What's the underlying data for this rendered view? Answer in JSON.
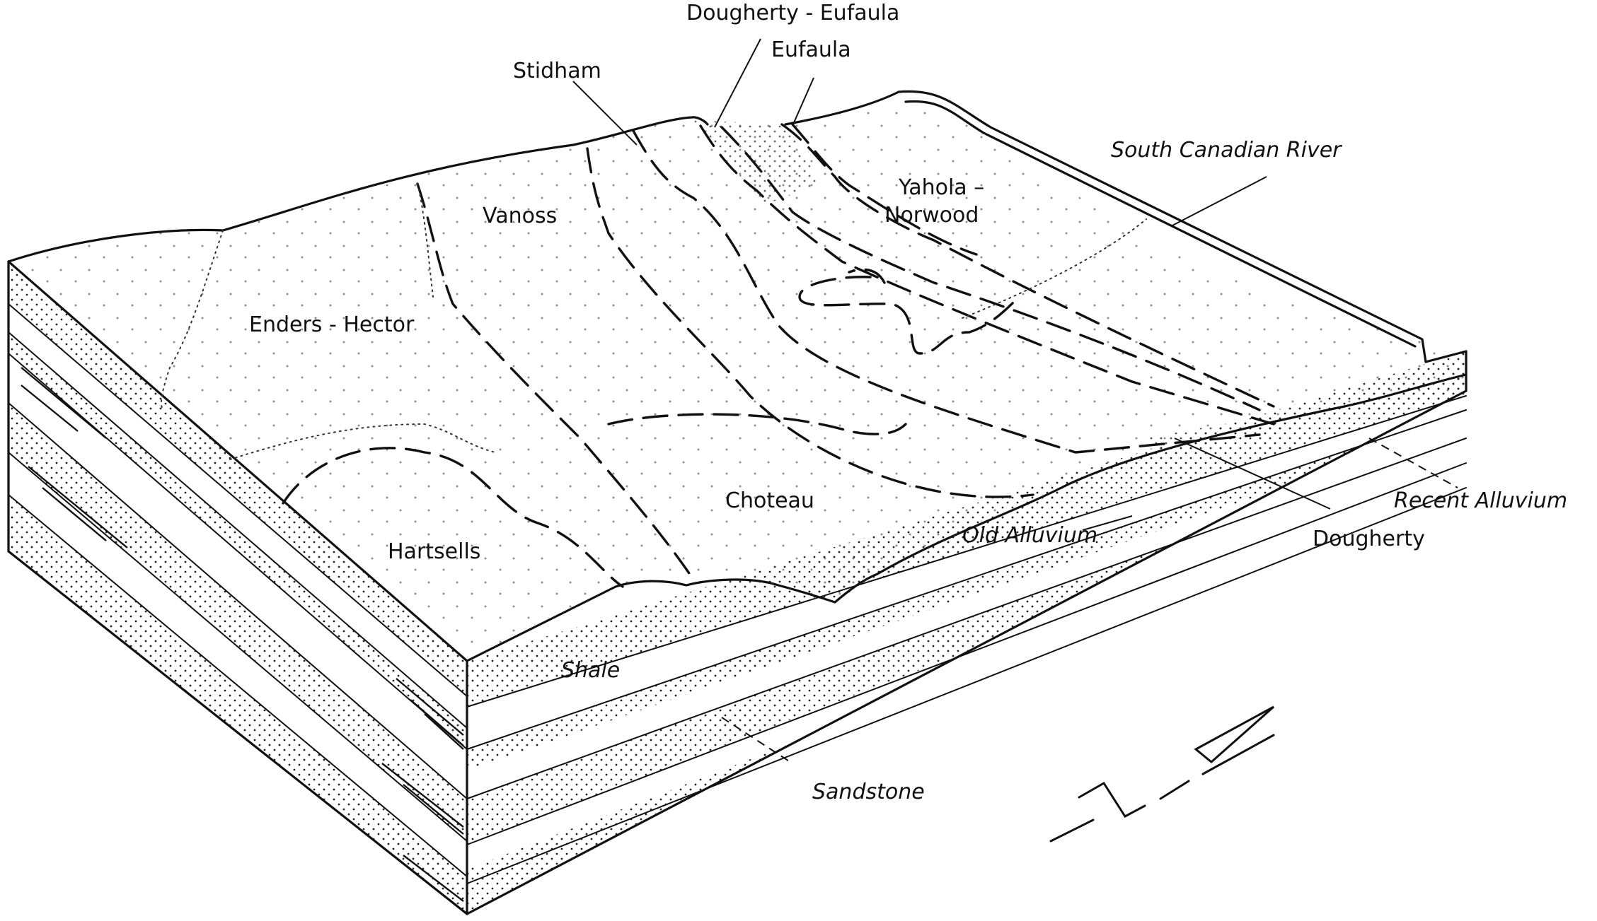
{
  "diagram": {
    "title": "Block diagram of soils and underlying material along the South Canadian River",
    "colors": {
      "ink": "#111111",
      "background": "#ffffff"
    },
    "soil_labels": {
      "dougherty_eufaula": "Dougherty - Eufaula",
      "eufaula": "Eufaula",
      "stidham": "Stidham",
      "yahola_1": "Yahola –",
      "yahola_2": "Norwood",
      "vanoss": "Vanoss",
      "enders_hector": "Enders - Hector",
      "hartsells": "Hartsells",
      "choteau": "Choteau",
      "dougherty": "Dougherty"
    },
    "material_labels": {
      "south_canadian_river": "South Canadian River",
      "recent_alluvium": "Recent Alluvium",
      "old_alluvium": "Old Alluvium",
      "shale": "Shale",
      "sandstone": "Sandstone"
    },
    "north_arrow": {
      "icon": "north-arrow-icon",
      "letter": "N"
    }
  }
}
